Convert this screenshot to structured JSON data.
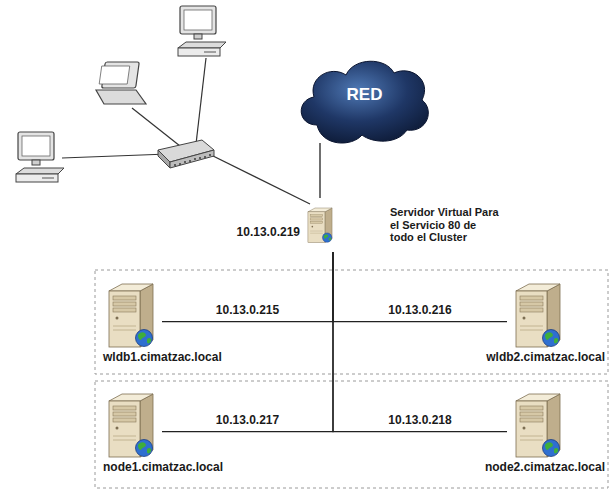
{
  "diagram": {
    "nodes": [
      {
        "text": [
          "RED"
        ]
      },
      {
        "text": [
          "10.13.0.219",
          "Servidor Virtual Para el Servicio 80 de todo el Cluster"
        ]
      },
      {
        "text": [
          "wldb1.cimatzac.local"
        ]
      },
      {
        "text": [
          "wldb2.cimatzac.local"
        ]
      },
      {
        "text": [
          "node1.cimatzac.local"
        ]
      },
      {
        "text": [
          "node2.cimatzac.local"
        ]
      }
    ],
    "edges": [
      {
        "from": 0,
        "to": 1,
        "arrow": "none"
      },
      {
        "from": 2,
        "to": 1,
        "arrow": "none",
        "label": "10.13.0.215"
      },
      {
        "from": 3,
        "to": 1,
        "arrow": "none",
        "label": "10.13.0.216"
      },
      {
        "from": 4,
        "to": 1,
        "arrow": "none",
        "label": "10.13.0.217"
      },
      {
        "from": 5,
        "to": 1,
        "arrow": "none",
        "label": "10.13.0.218"
      }
    ]
  }
}
